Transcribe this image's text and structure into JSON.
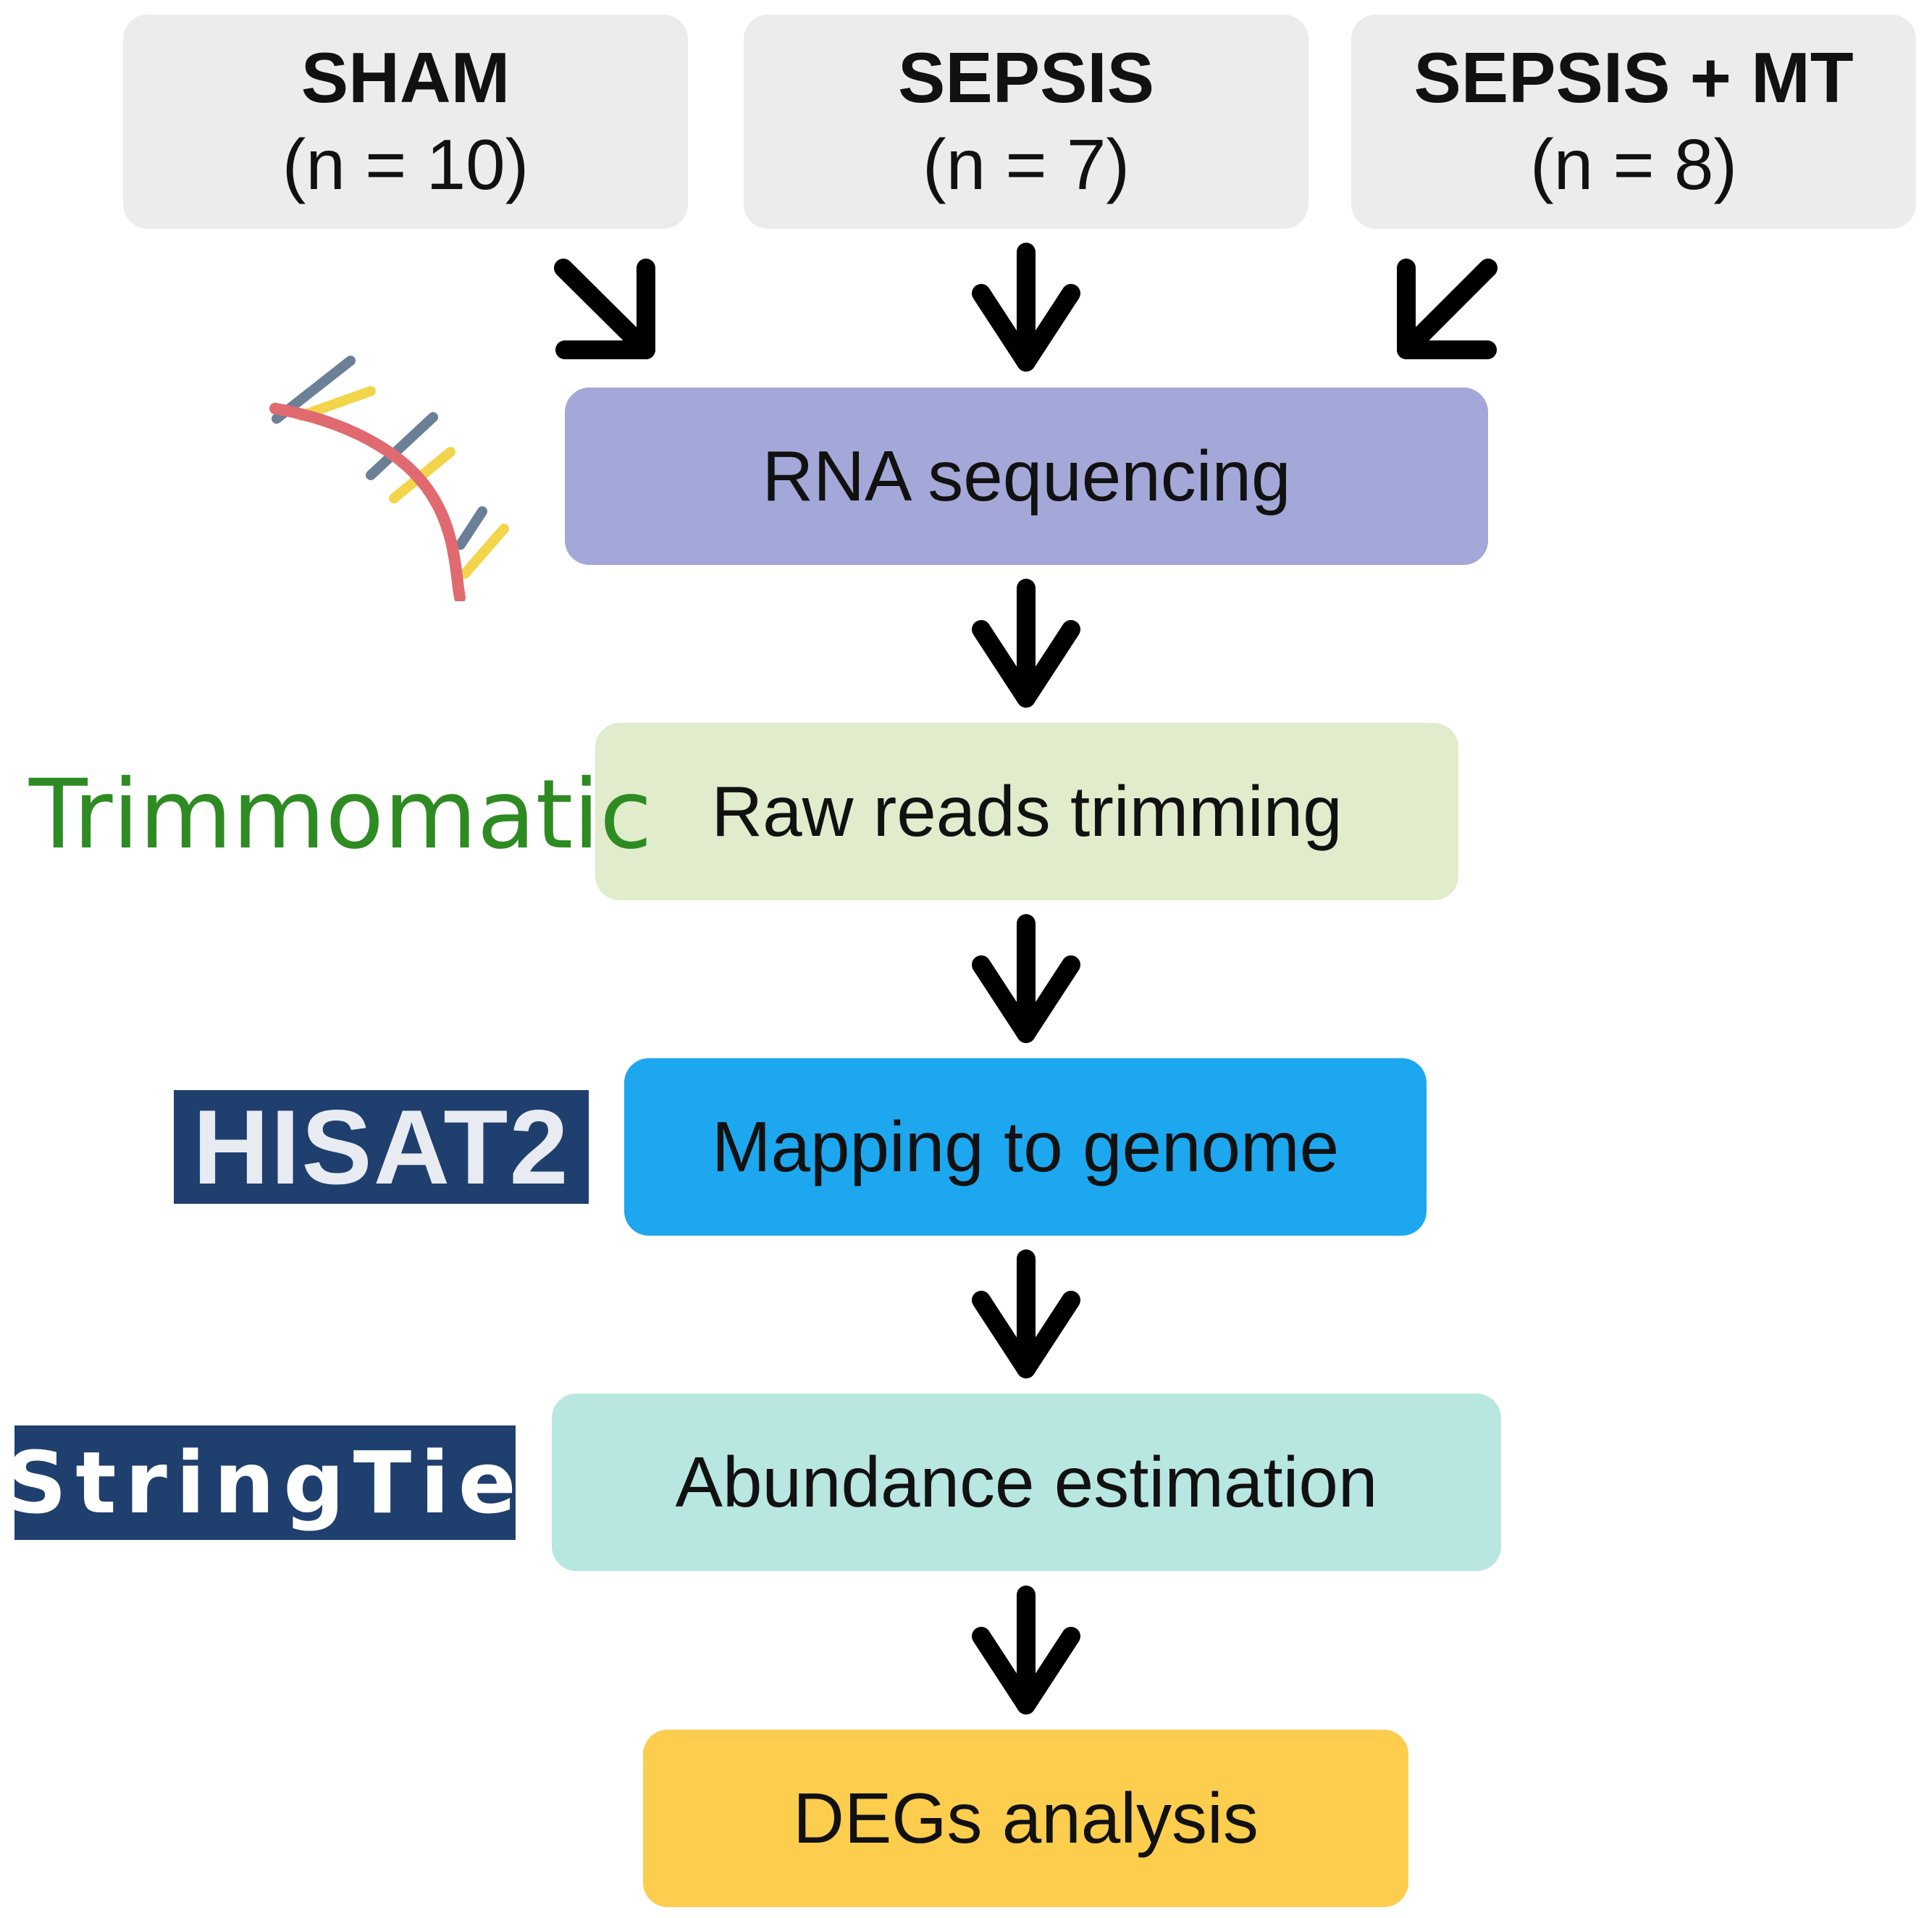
{
  "groups": [
    {
      "name": "SHAM",
      "count": "(n = 10)"
    },
    {
      "name": "SEPSIS",
      "count": "(n = 7)"
    },
    {
      "name": "SEPSIS + MT",
      "count": "(n = 8)"
    }
  ],
  "steps": [
    {
      "label": "RNA sequencing",
      "color": "#a3a8d8"
    },
    {
      "label": "Raw reads trimming",
      "color": "#e0eccb"
    },
    {
      "label": "Mapping to genome",
      "color": "#1da7ef"
    },
    {
      "label": "Abundance estimation",
      "color": "#b8e6e1"
    },
    {
      "label": "DEGs analysis",
      "color": "#fdcd4d"
    }
  ],
  "tools": {
    "dna": {
      "icon": "dna-icon"
    },
    "trimmomatic": {
      "label": "Trimmomatic",
      "color": "#2e8b22"
    },
    "hisat2": {
      "label": "HISAT2",
      "background": "#1f3f6e",
      "text_color": "#e8ecf2"
    },
    "stringtie": {
      "label": "StringTie",
      "background": "#1f3f6e",
      "text_color": "#ffffff"
    }
  },
  "colors": {
    "arrow": "#000000",
    "group_box": "#ececec"
  }
}
